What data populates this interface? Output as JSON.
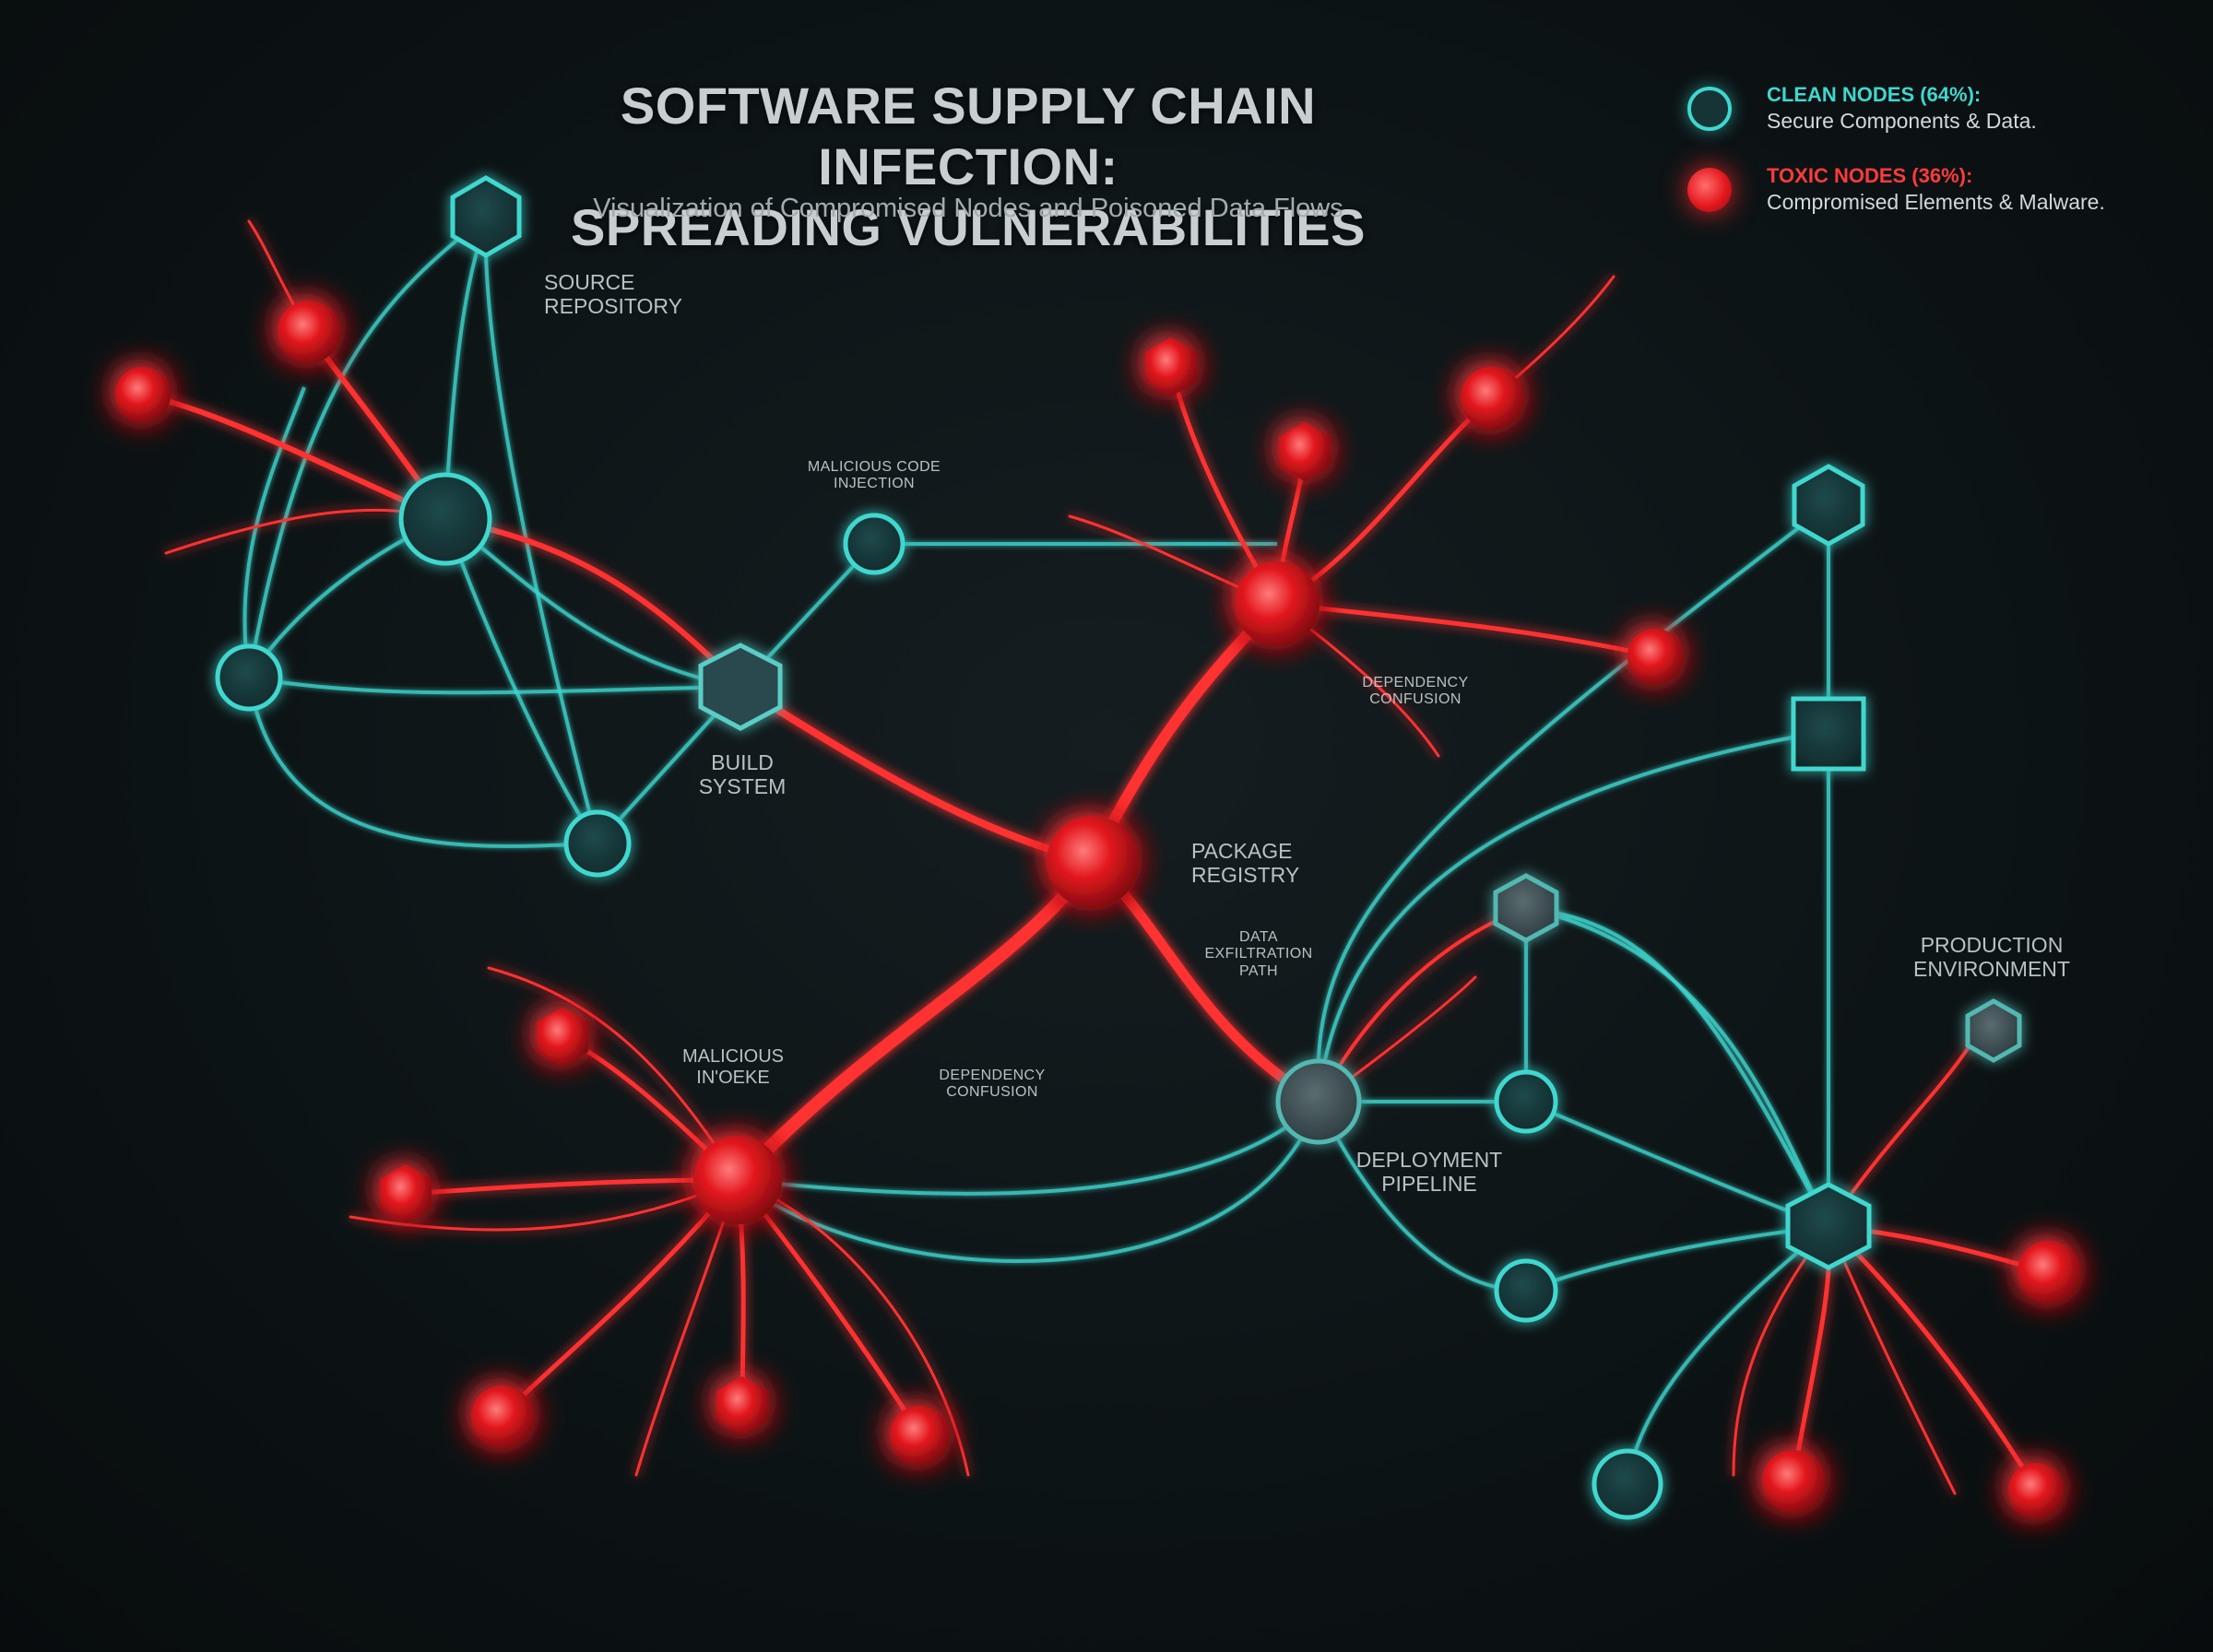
{
  "title": {
    "line1": "SOFTWARE SUPPLY CHAIN INFECTION:",
    "line2": "SPREADING VULNERABILITIES"
  },
  "subtitle": "Visualization of Compromised Nodes and Poisoned Data Flows",
  "legend": {
    "clean": {
      "heading": "CLEAN NODES (64%):",
      "description": "Secure Components & Data.",
      "share_percent": 64,
      "color": "#3fd7cf"
    },
    "toxic": {
      "heading": "TOXIC NODES (36%):",
      "description": "Compromised Elements & Malware.",
      "share_percent": 36,
      "color": "#ff2b2b"
    }
  },
  "labels": {
    "source_repository": {
      "line1": "SOURCE",
      "line2": "REPOSITORY"
    },
    "build_system": {
      "line1": "BUILD",
      "line2": "SYSTEM"
    },
    "malicious_code_injection": {
      "line1": "MALICIOUS CODE",
      "line2": "INJECTION"
    },
    "dependency_confusion_top": {
      "line1": "DEPENDENCY",
      "line2": "CONFUSION"
    },
    "package_registry": {
      "line1": "PACKAGE",
      "line2": "REGISTRY"
    },
    "data_exfiltration_path": {
      "line1": "DATA",
      "line2": "EXFILTRATION",
      "line3": "PATH"
    },
    "malicious_invoke": {
      "line1": "MALICIOUS",
      "line2": "IN'OEKE"
    },
    "dependency_confusion_bottom": {
      "line1": "DEPENDENCY",
      "line2": "CONFUSION"
    },
    "deployment_pipeline": {
      "line1": "DEPLOYMENT",
      "line2": "PIPELINE"
    },
    "production_environment": {
      "line1": "PRODUCTION",
      "line2": "ENVIRONMENT"
    }
  },
  "colors": {
    "clean_stroke": "#3fd7cf",
    "clean_fill": "#163436",
    "toxic_core": "#e3181e",
    "toxic_glow": "#ff2b2b",
    "background": "#0d1416"
  }
}
